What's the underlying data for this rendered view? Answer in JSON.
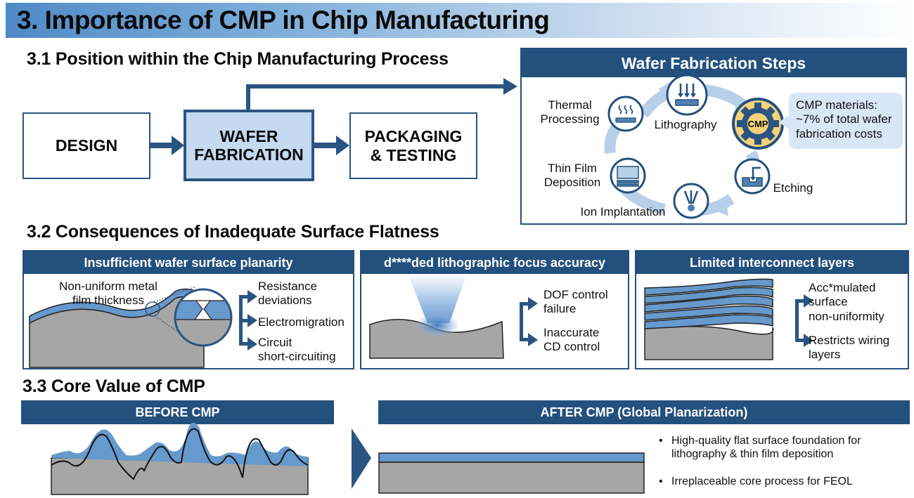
{
  "title": "3. Importance of CMP in Chip Manufacturing",
  "section1": {
    "heading": "3.1 Position within the Chip Manufacturing Process",
    "flow": [
      {
        "id": "design",
        "label": "DESIGN"
      },
      {
        "id": "wafer-fabrication",
        "line1": "WAFER",
        "line2": "FABRICATION",
        "highlighted": true
      },
      {
        "id": "packaging-testing",
        "line1": "PACKAGING",
        "line2": "& TESTING"
      }
    ],
    "fab_panel": {
      "title": "Wafer Fabrication Steps",
      "steps": [
        {
          "name": "lithography",
          "label": "Lithography",
          "icon": "lithography-arrows-icon"
        },
        {
          "name": "cmp",
          "label": "CMP",
          "icon": "gear-icon",
          "highlighted": true
        },
        {
          "name": "etching",
          "label": "Etching",
          "icon": "etching-icon"
        },
        {
          "name": "ion-implantation",
          "label": "Ion Implantation",
          "icon": "ion-beam-icon"
        },
        {
          "name": "thin-film-deposition",
          "line1": "Thin Film",
          "line2": "Deposition",
          "icon": "film-layers-icon"
        },
        {
          "name": "thermal-processing",
          "line1": "Thermal",
          "line2": "Processing",
          "icon": "heat-waves-icon"
        }
      ],
      "callout": {
        "line1": "CMP materials:",
        "line2": "~7% of total wafer",
        "line3": "fabrication costs"
      }
    }
  },
  "section2": {
    "heading": "3.2 Consequences of Inadequate Surface Flatness",
    "panels": [
      {
        "title": "Insufficient wafer surface planarity",
        "annotation_line1": "Non-uniform metal",
        "annotation_line2": "film thickness",
        "effects": [
          {
            "line1": "Resistance",
            "line2": "deviations"
          },
          {
            "line1": "Electromigration",
            "line2": ""
          },
          {
            "line1": "Circuit",
            "line2": "short-circuiting"
          }
        ]
      },
      {
        "title": "d****ded lithographic focus accuracy",
        "effects": [
          {
            "line1": "DOF control",
            "line2": "failure"
          },
          {
            "line1": "Inaccurate",
            "line2": "CD control"
          }
        ]
      },
      {
        "title": "Limited interconnect layers",
        "effects": [
          {
            "line1": "Acc*mulated",
            "line2": "surface",
            "line3": "non-uniformity"
          },
          {
            "line1": "Restricts wiring",
            "line2": "layers"
          }
        ]
      }
    ]
  },
  "section3": {
    "heading": "3.3 Core Value of CMP",
    "before_label": "BEFORE CMP",
    "after_label": "AFTER CMP (Global Planarization)",
    "bullets": [
      {
        "line1": "High-quality flat surface foundation for",
        "line2": "lithography & thin film deposition"
      },
      {
        "line1": "Irreplaceable core process for FEOL",
        "line2": ""
      }
    ],
    "bullet_glyph": "•"
  },
  "colors": {
    "navy": "#23507d",
    "arrow": "#2a5582",
    "metal_blue": "#6699cc",
    "substrate_gray": "#a6a6a6",
    "active_fill": "#c5daf0",
    "cmp_gold": "#f5d27a",
    "cycle_blue": "#b7cfe8"
  }
}
